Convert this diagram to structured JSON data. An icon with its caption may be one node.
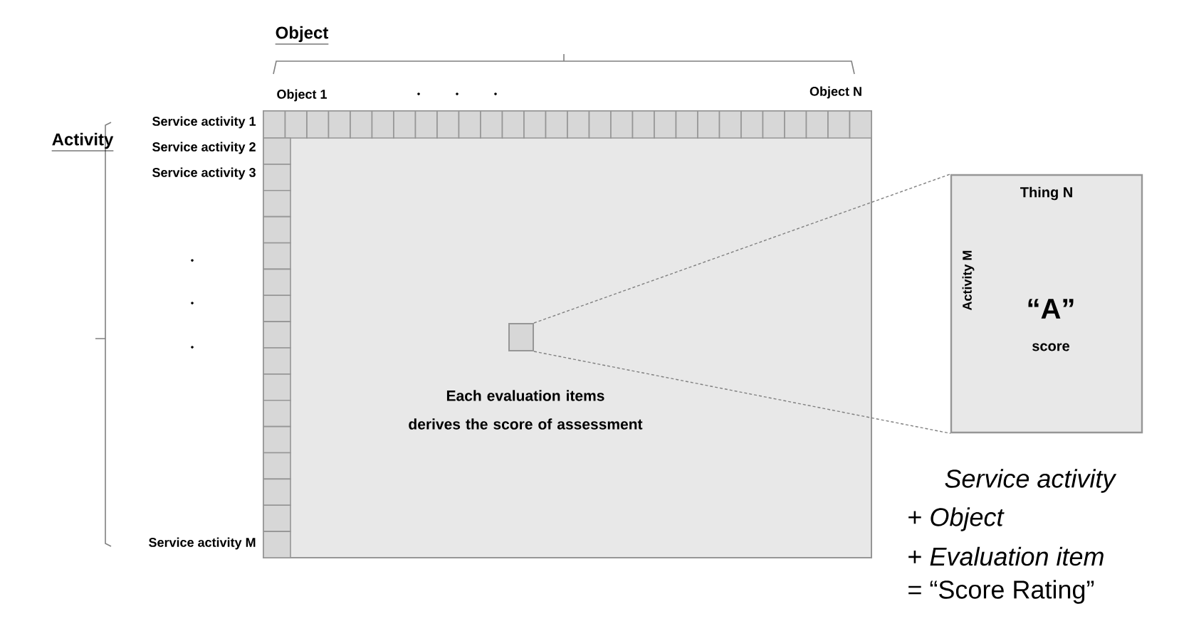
{
  "diagram": {
    "nodes": [
      {
        "text": [
          "Each evaluation items derives the score of assessment"
        ]
      },
      {
        "text": [],
        "shape": "box",
        "in": 0
      },
      {
        "text": [
          "Thing N",
          "Activity M",
          "“A”",
          "score"
        ]
      }
    ],
    "edges": [
      {
        "from": 1,
        "to": 2,
        "arrow": "none",
        "style": "dashed"
      },
      {
        "from": 1,
        "to": 2,
        "arrow": "none",
        "style": "dashed"
      }
    ],
    "labels": [
      "Object",
      "Object 1",
      "Object N",
      "Activity",
      "Service activity 1",
      "Service activity 2",
      "Service activity 3",
      "Service activity  M",
      "Service activity",
      "+ *Object*",
      "+ *Evaluation item*",
      "= “Score Rating”"
    ]
  }
}
